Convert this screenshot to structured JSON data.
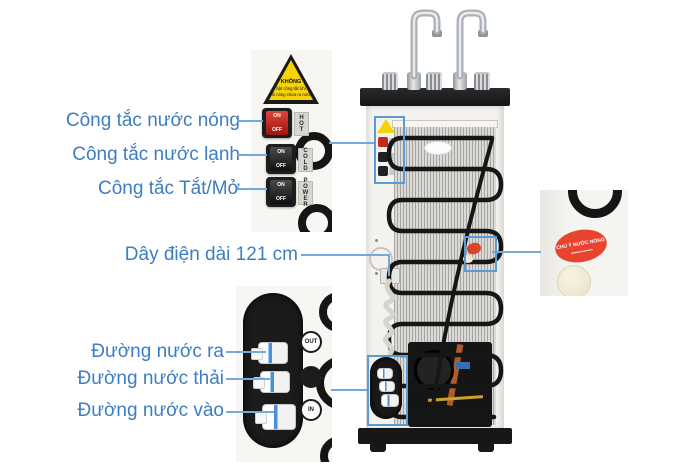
{
  "colors": {
    "label_blue": "#3d7dc2",
    "leader_blue": "#74a9dc",
    "highlight_blue": "#5b9bd5",
    "hot_switch_red": "#c8251f",
    "warning_yellow": "#f5d308",
    "caution_sticker_red": "#e8432e"
  },
  "annotations": {
    "hot_switch": "Công tắc nước nóng",
    "cold_switch": "Công tắc nước lạnh",
    "power_switch": "Công tắc Tắt/Mở",
    "power_cord": "Dây điện dài 121 cm",
    "water_out": "Đường nước ra",
    "water_drain": "Đường nước thải",
    "water_in": "Đường nước vào"
  },
  "switch_callout": {
    "warning": {
      "line1": "KHÔNG",
      "line2": "bật công tắc khi",
      "line3": "vòi nóng chưa ra nước"
    },
    "switches": [
      {
        "tab": "HOT",
        "on": "ON",
        "off": "OFF"
      },
      {
        "tab": "COLD",
        "on": "ON",
        "off": "OFF"
      },
      {
        "tab": "POWER",
        "on": "ON",
        "off": "OFF"
      }
    ]
  },
  "ports_callout": {
    "out_badge": "OUT",
    "in_badge": "IN"
  },
  "hot_area_callout": {
    "sticker_text": "CHÚ Ý NƯỚC NÓNG"
  }
}
